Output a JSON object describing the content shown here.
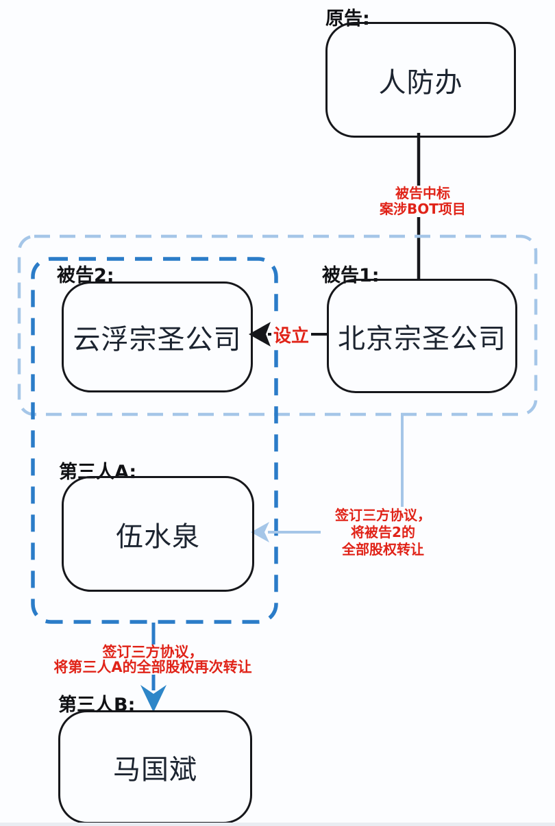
{
  "nodes": {
    "plaintiff": {
      "label": "原告:",
      "name": "人防办"
    },
    "defendant1": {
      "label": "被告1:",
      "name": "北京宗圣公司"
    },
    "defendant2": {
      "label": "被告2:",
      "name": "云浮宗圣公司"
    },
    "third_party_a": {
      "label": "第三人A:",
      "name": "伍水泉"
    },
    "third_party_b": {
      "label": "第三人B:",
      "name": "马国斌"
    }
  },
  "edges": {
    "bid": {
      "line1": "被告中标",
      "line2": "案涉BOT项目"
    },
    "establish": {
      "label": "设立"
    },
    "transfer_a": {
      "line1": "签订三方协议，",
      "line2": "将被告2的",
      "line3": "全部股权转让"
    },
    "transfer_b": {
      "line1": "签订三方协议，",
      "line2": "将第三人A的全部股权再次转让"
    }
  },
  "colors": {
    "black_line": "#16171b",
    "group_outer": "#a5c6e8",
    "group_inner": "#2b7cc8",
    "light_arrow": "#a5c6e8",
    "blue_arrow": "#2e86c8",
    "red_label": "#e02318"
  }
}
